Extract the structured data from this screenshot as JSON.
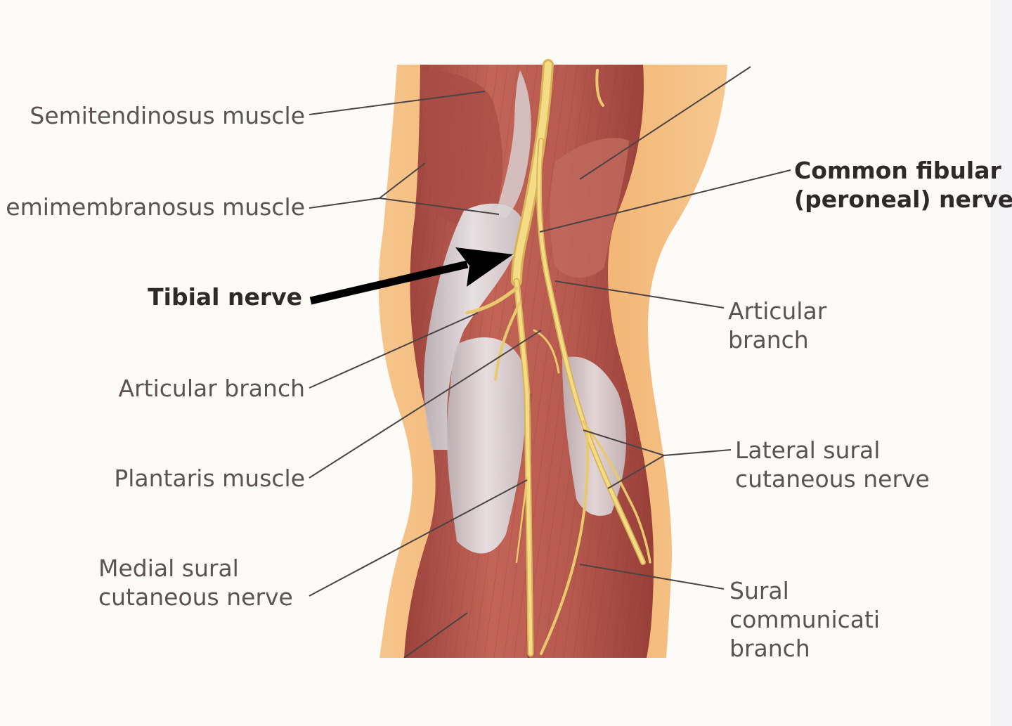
{
  "labels": {
    "semitendinosus": "Semitendinosus muscle",
    "semimembranosus": "emimembranosus muscle",
    "tibial_nerve": "Tibial nerve",
    "articular_branch_left": "Articular branch",
    "plantaris": "Plantaris muscle",
    "medial_sural": [
      "Medial sural",
      "cutaneous nerve"
    ],
    "common_fibular": [
      "Common fibular",
      "(peroneal) nerve"
    ],
    "articular_branch_right": [
      "Articular",
      "branch"
    ],
    "lateral_sural": [
      "Lateral sural",
      "cutaneous nerve"
    ],
    "sural_communicating": [
      "Sural",
      "communicati",
      "branch"
    ]
  },
  "colors": {
    "muscle": "#b8574c",
    "muscle_dark": "#8e3b35",
    "skin": "#f3b777",
    "tendon": "#d9d6d8",
    "nerve": "#f2d67a",
    "label_text": "#5a5352",
    "label_bold": "#2e2a2a",
    "leader_line": "#4a4444",
    "arrow": "#000000"
  }
}
